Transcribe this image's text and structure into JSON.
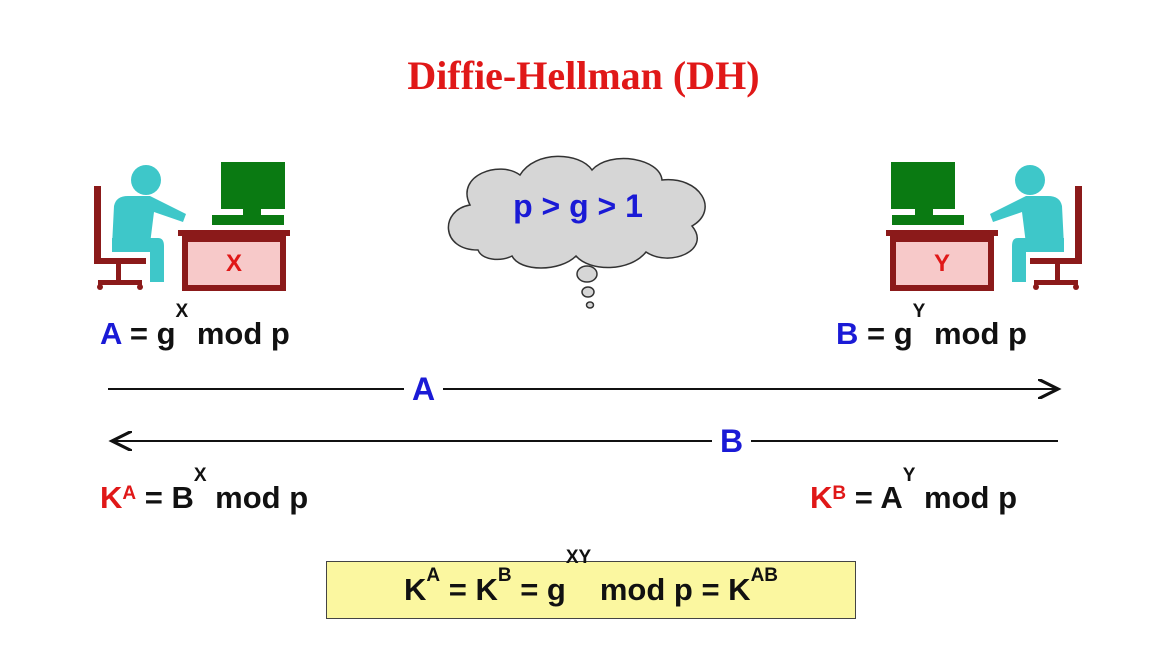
{
  "title": "Diffie-Hellman (DH)",
  "cloud": "p > g > 1",
  "alice": {
    "secret": "X",
    "public_name": "A",
    "public_rhs_base": "= g",
    "public_exp": "X",
    "public_rhs_tail": "mod p",
    "key_name": "K",
    "key_sub": "A",
    "key_rhs_base": "= B",
    "key_exp": "X",
    "key_rhs_tail": "mod p"
  },
  "bob": {
    "secret": "Y",
    "public_name": "B",
    "public_rhs_base": "= g",
    "public_exp": "Y",
    "public_rhs_tail": "mod p",
    "key_name": "K",
    "key_sub": "B",
    "key_rhs_base": "= A",
    "key_exp": "Y",
    "key_rhs_tail": "mod p"
  },
  "arrows": {
    "to_bob": "A",
    "to_alice": "B"
  },
  "result": {
    "k": "K",
    "sub_a": "A",
    "eq1": "=",
    "sub_b": "B",
    "eq2": "=  g",
    "exp": "XY",
    "tail": "mod p =",
    "sub_ab": "AB"
  },
  "colors": {
    "title": "#e01818",
    "public_value": "#1a1ad6",
    "key": "#e01818",
    "person": "#3ec7c9",
    "monitor": "#0a7a12",
    "desk": "#8b1a1a",
    "desk_panel": "#f7c9c9",
    "result_box": "#fbf7a0"
  }
}
